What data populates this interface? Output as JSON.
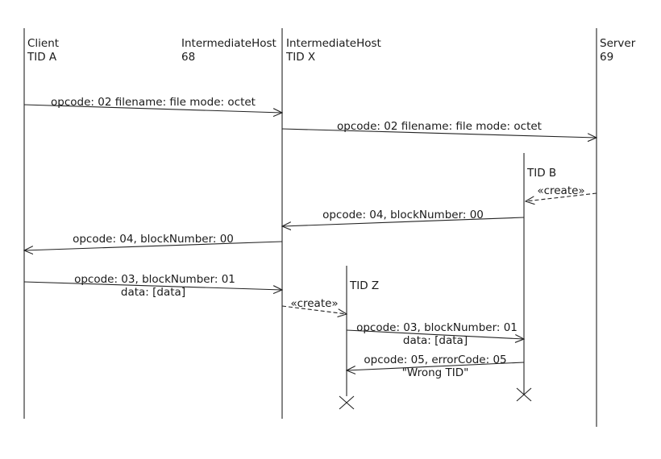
{
  "participants": [
    {
      "id": "client",
      "line1": "Client",
      "line2": "TID A"
    },
    {
      "id": "ih68",
      "line1": "IntermediateHost",
      "line2": "68"
    },
    {
      "id": "ihx",
      "line1": "IntermediateHost",
      "line2": "TID X"
    },
    {
      "id": "server",
      "line1": "Server",
      "line2": "69"
    }
  ],
  "created": [
    {
      "id": "tidb",
      "label": "TID B"
    },
    {
      "id": "tidz",
      "label": "TID Z"
    }
  ],
  "messages": [
    {
      "id": "m1",
      "line1": "opcode: 02 filename: file mode: octet",
      "line2": ""
    },
    {
      "id": "m2",
      "line1": "opcode: 02 filename: file mode: octet",
      "line2": ""
    },
    {
      "id": "m3",
      "line1": "«create»",
      "line2": ""
    },
    {
      "id": "m4",
      "line1": "opcode: 04, blockNumber: 00",
      "line2": ""
    },
    {
      "id": "m5",
      "line1": "opcode: 04, blockNumber: 00",
      "line2": ""
    },
    {
      "id": "m6",
      "line1": "opcode: 03, blockNumber: 01",
      "line2": "data: [data]"
    },
    {
      "id": "m7",
      "line1": "«create»",
      "line2": ""
    },
    {
      "id": "m8",
      "line1": "opcode: 03, blockNumber: 01",
      "line2": "data: [data]"
    },
    {
      "id": "m9",
      "line1": "opcode: 05, errorCode: 05",
      "line2": "\"Wrong TID\""
    }
  ]
}
